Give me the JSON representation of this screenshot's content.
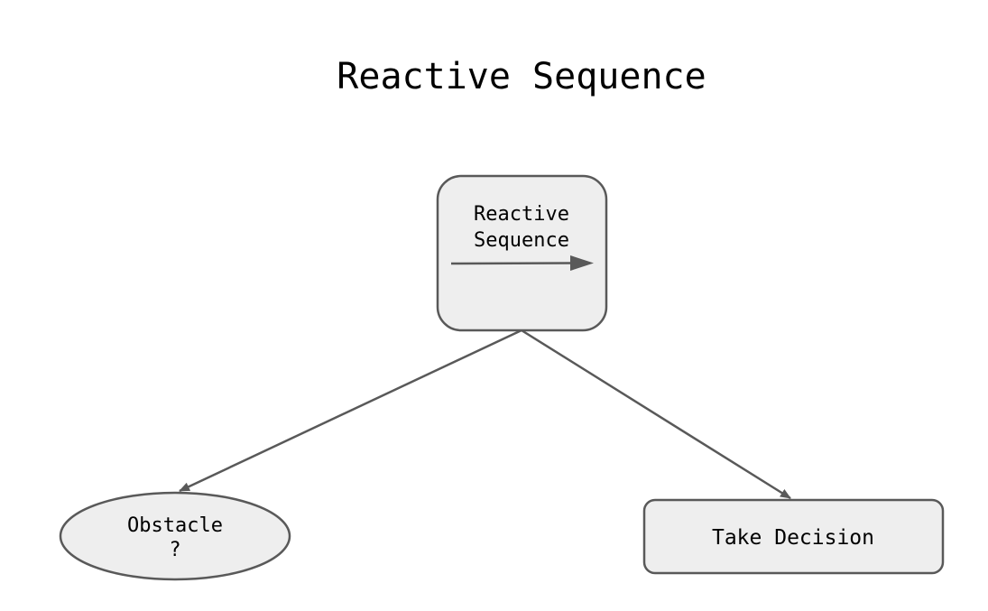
{
  "title": "Reactive Sequence",
  "colors": {
    "node_fill": "#eeeeee",
    "stroke": "#595959",
    "text": "#000000"
  },
  "nodes": {
    "root": {
      "line1": "Reactive",
      "line2": "Sequence",
      "icon": "right-arrow-icon"
    },
    "condition": {
      "line1": "Obstacle",
      "line2": "?"
    },
    "action": {
      "label": "Take Decision"
    }
  },
  "edges": [
    {
      "from": "root",
      "to": "condition"
    },
    {
      "from": "root",
      "to": "action"
    }
  ]
}
